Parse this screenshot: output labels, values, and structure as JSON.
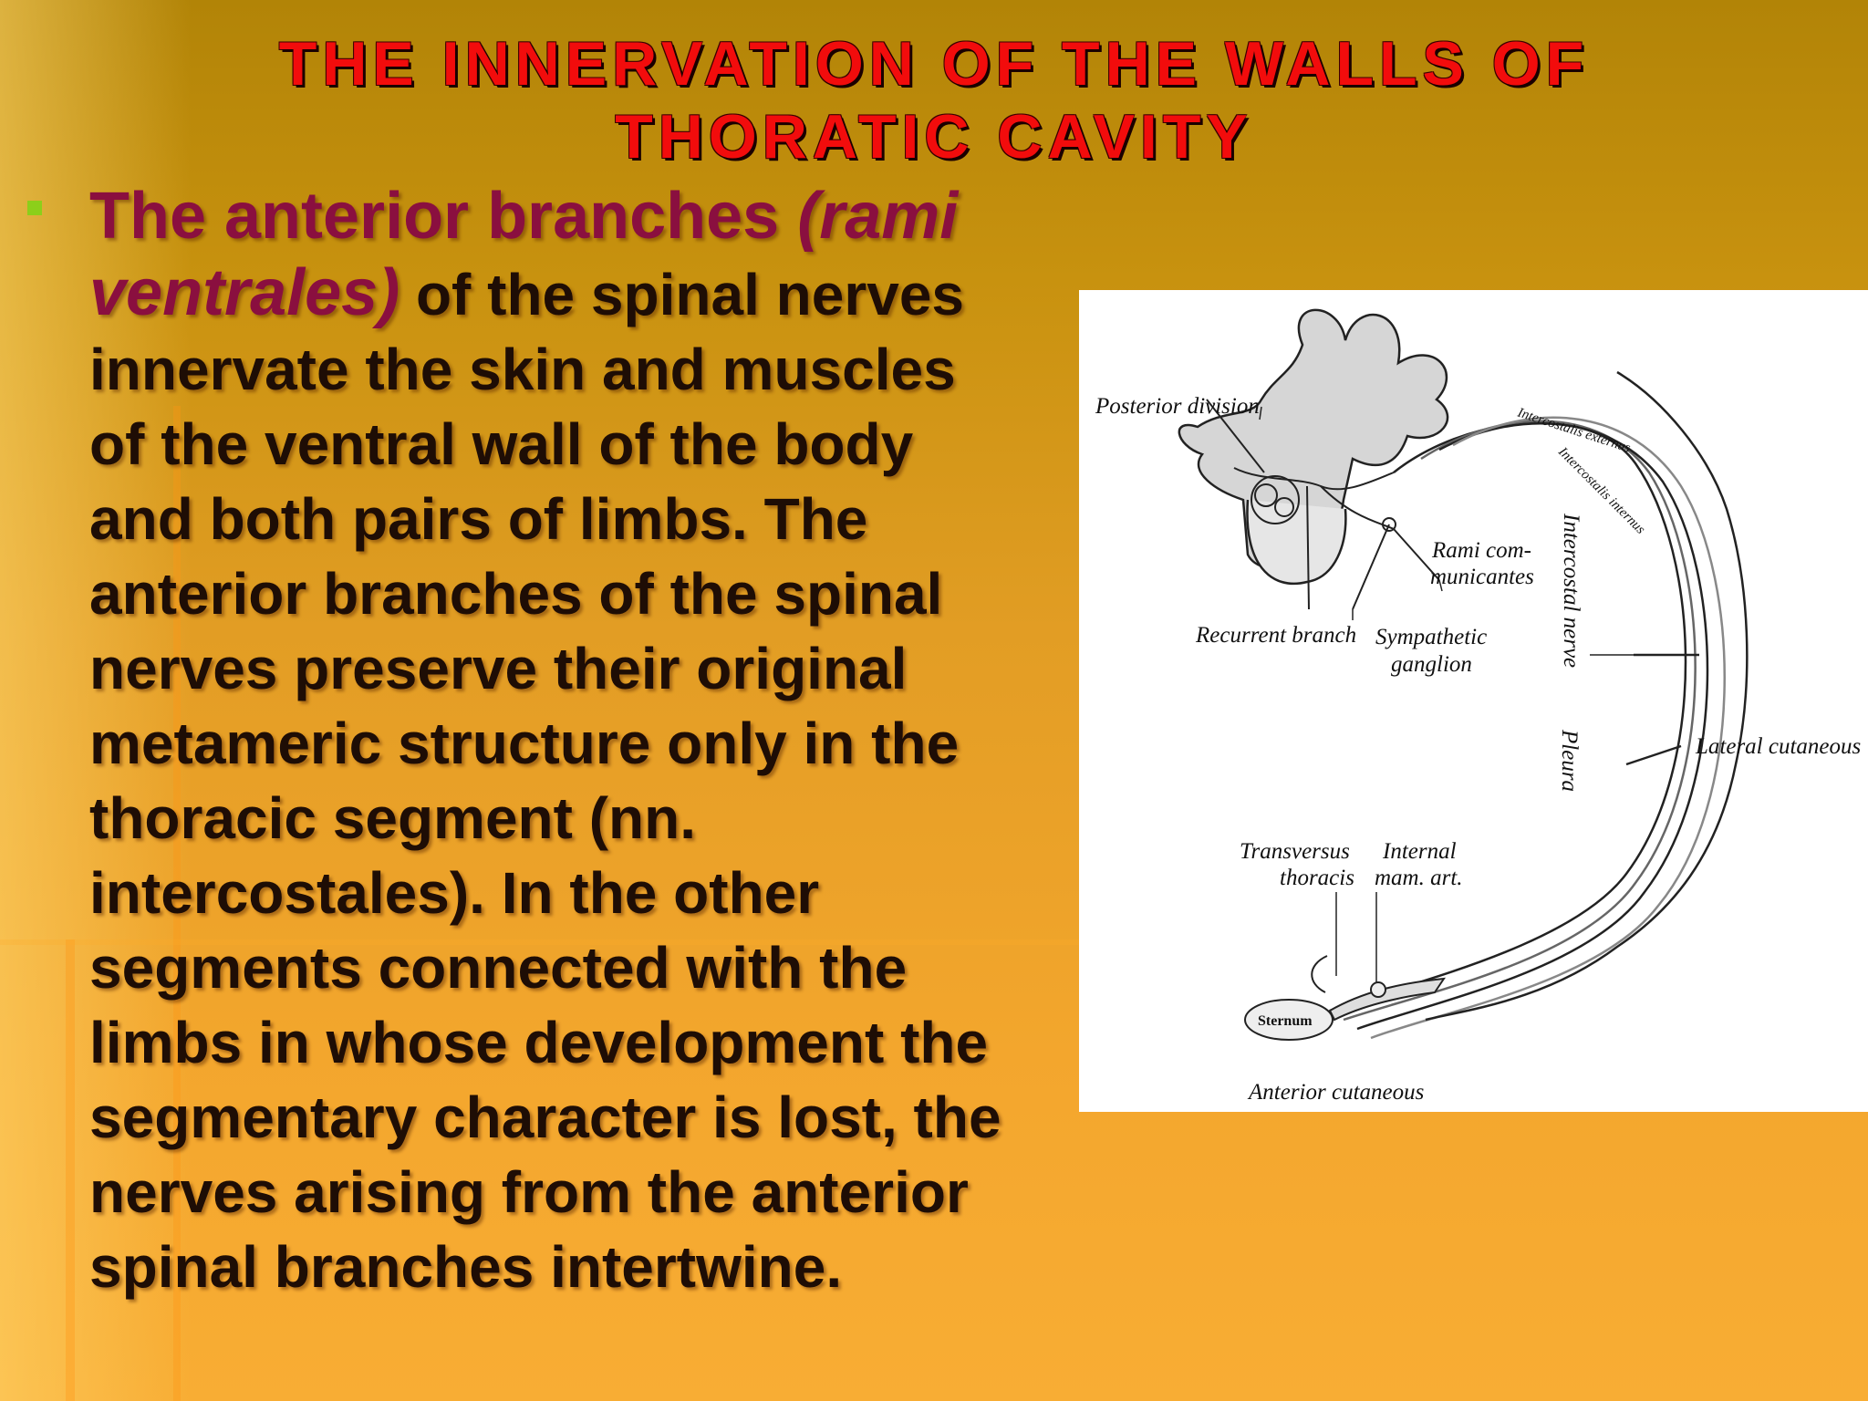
{
  "slide": {
    "title_line1": "THE INNERVATION OF THE WALLS OF",
    "title_line2": "THORATIC CAVITY",
    "bullet_color": "#8ccf1a",
    "title_color": "#f20c0c",
    "body_lines": [
      {
        "parts": [
          {
            "text": "The anterior branches ",
            "style": "lead"
          },
          {
            "text": "(rami",
            "style": "lead-it"
          }
        ]
      },
      {
        "parts": [
          {
            "text": "ventrales)",
            "style": "lead-it"
          },
          {
            "text": " of the spinal nerves",
            "style": "plain"
          }
        ]
      },
      {
        "parts": [
          {
            "text": "innervate the skin and muscles",
            "style": "plain"
          }
        ]
      },
      {
        "parts": [
          {
            "text": "of the ventral wall of the body",
            "style": "plain"
          }
        ]
      },
      {
        "parts": [
          {
            "text": "and both pairs of limbs. The",
            "style": "plain"
          }
        ]
      },
      {
        "parts": [
          {
            "text": "anterior branches of the spinal",
            "style": "plain"
          }
        ]
      },
      {
        "parts": [
          {
            "text": "nerves preserve their original",
            "style": "plain"
          }
        ]
      },
      {
        "parts": [
          {
            "text": "metameric structure only in the",
            "style": "plain"
          }
        ]
      },
      {
        "parts": [
          {
            "text": "thoracic segment (nn.",
            "style": "plain"
          }
        ]
      },
      {
        "parts": [
          {
            "text": "intercostales). In the other",
            "style": "plain"
          }
        ]
      },
      {
        "parts": [
          {
            "text": "segments connected with the",
            "style": "plain"
          }
        ]
      },
      {
        "parts": [
          {
            "text": "limbs in whose development the",
            "style": "plain"
          }
        ]
      },
      {
        "parts": [
          {
            "text": "segmentary character is lost, the",
            "style": "plain"
          }
        ]
      },
      {
        "parts": [
          {
            "text": "nerves arising from the anterior",
            "style": "plain"
          }
        ]
      },
      {
        "parts": [
          {
            "text": "spinal branches intertwine.",
            "style": "plain"
          }
        ]
      }
    ]
  },
  "figure": {
    "labels": {
      "posterior_division": "Posterior division",
      "rami_com_1": "Rami com-",
      "rami_com_2": "municantes",
      "recurrent_branch": "Recurrent branch",
      "sympathetic_1": "Sympathetic",
      "sympathetic_2": "ganglion",
      "intercostal_nerve": "Intercostal nerve",
      "pleura": "Pleura",
      "intercostalis_externus": "Intercostalis externus",
      "intercostalis_internus": "Intercostalis internus",
      "lateral_cutaneous": "Lateral cutaneous",
      "transversus_1": "Transversus",
      "transversus_2": "thoracis",
      "internal_1": "Internal",
      "internal_2": "mam. art.",
      "sternum": "Sternum",
      "anterior_cutaneous": "Anterior cutaneous"
    }
  }
}
